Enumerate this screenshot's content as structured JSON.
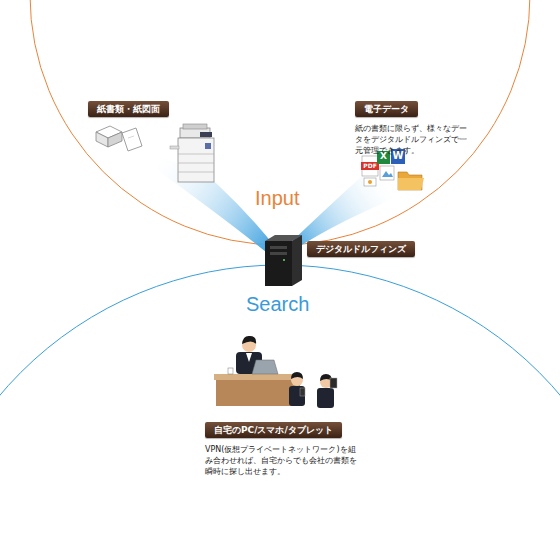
{
  "diagram": {
    "nodes": [
      {
        "text": [
          "紙書類・紙図面"
        ]
      },
      {
        "text": [
          "電子データ",
          "紙の書類に限らず、様々なデータをデジタルドルフィンズで一元管理できます。"
        ]
      },
      {
        "text": [
          "デジタルドルフィンズ"
        ]
      },
      {
        "text": [
          "自宅のPC/スマホ/タブレット",
          "VPN(仮想プライベートネットワーク)を組み合わせれば、自宅からでも会社の書類を瞬時に探し出せます。"
        ]
      }
    ],
    "labels": [
      "Input",
      "Search",
      "PDF",
      "X",
      "W"
    ]
  }
}
